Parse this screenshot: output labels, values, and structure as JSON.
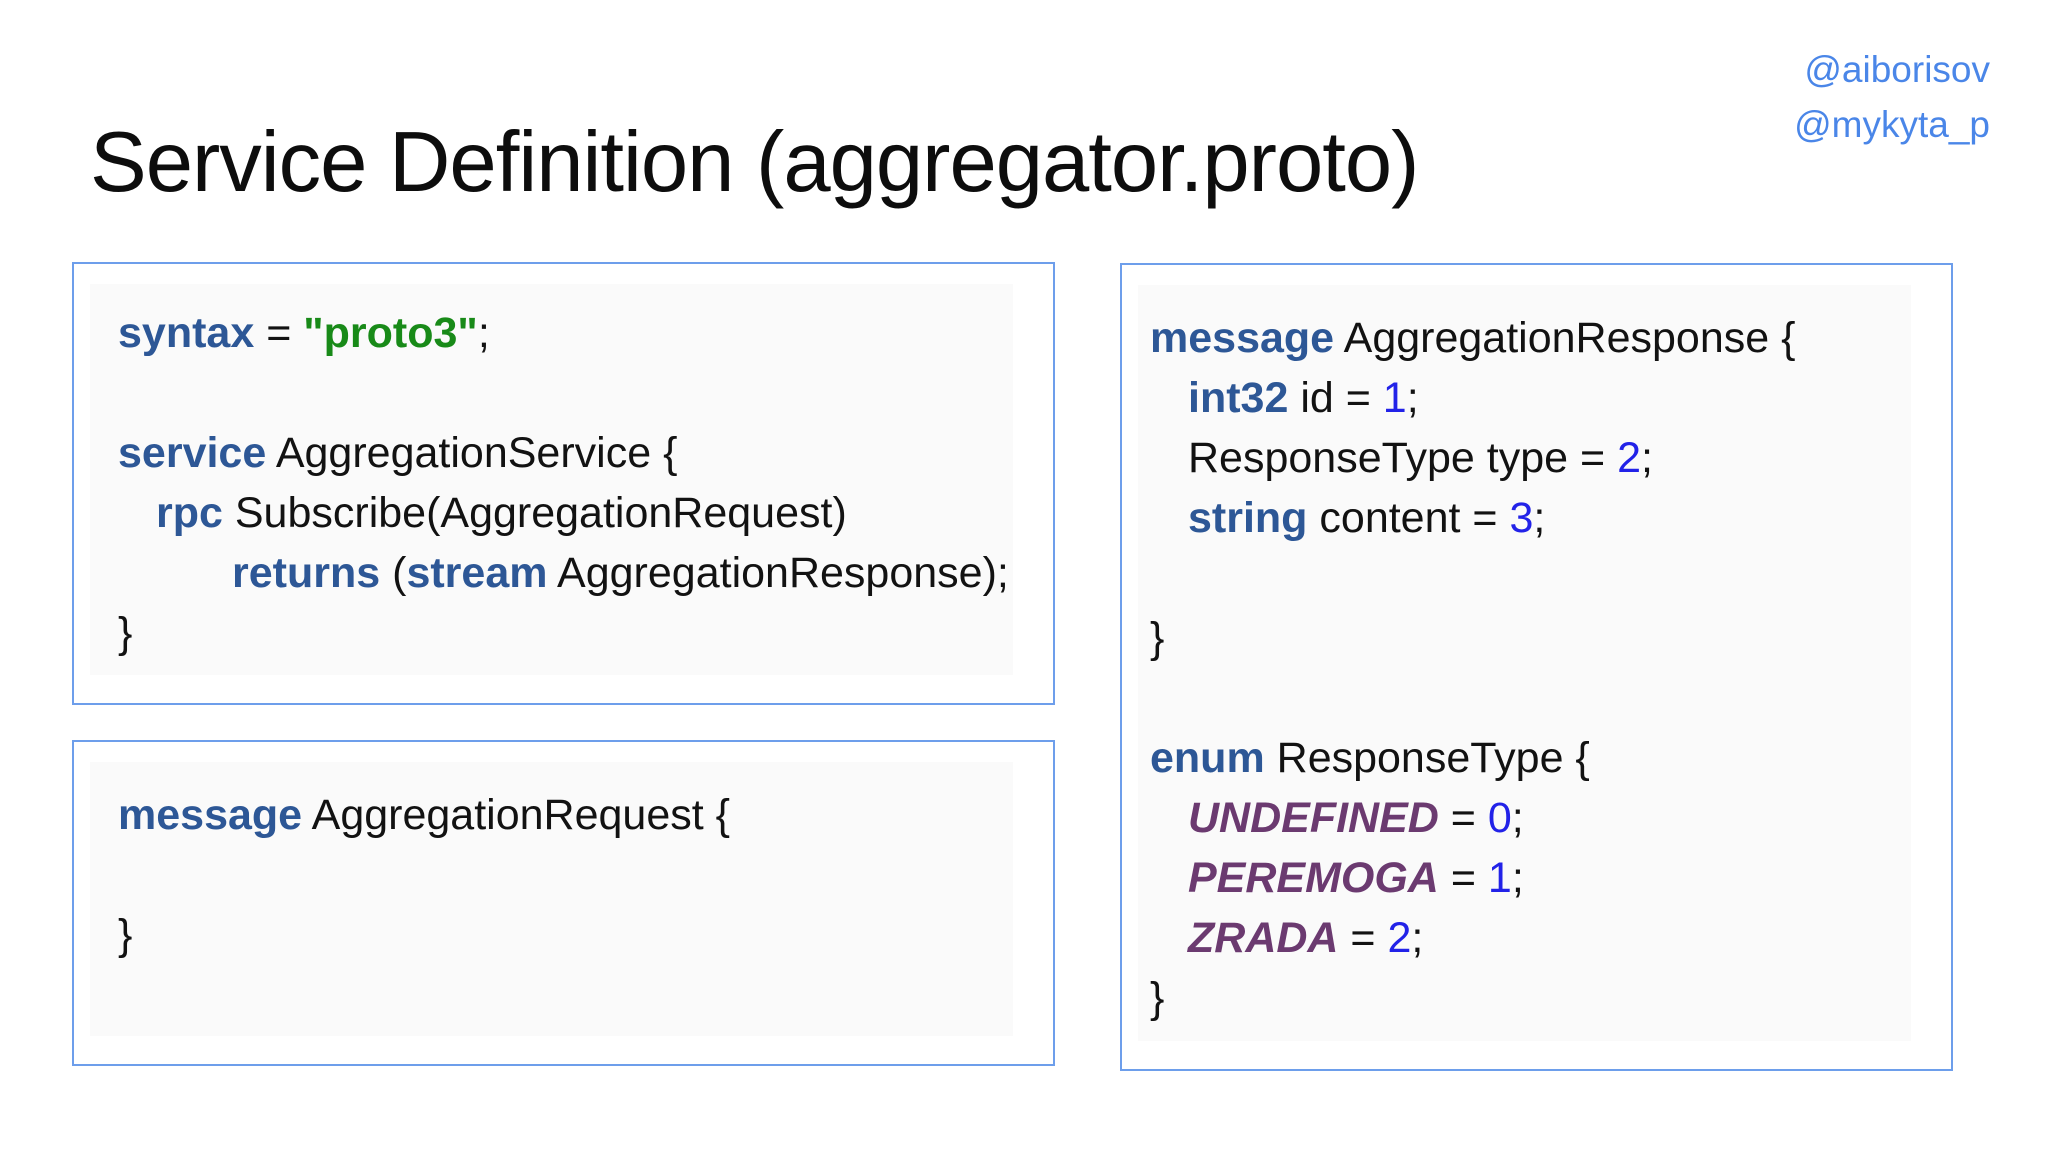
{
  "slide": {
    "title": "Service Definition (aggregator.proto)",
    "handles": [
      "@aiborisov",
      "@mykyta_p"
    ]
  },
  "colors": {
    "keyword": "#2d5796",
    "string": "#188a18",
    "number": "#2222e8",
    "enum_value": "#6b3a70",
    "plain": "#121212",
    "box_border": "#6d9eeb",
    "handle_text": "#4a86e8",
    "title_text": "#0d0d0d"
  },
  "boxes": [
    {
      "id": "service-definition",
      "lines": [
        {
          "indent": 0,
          "tokens": [
            {
              "text": "syntax",
              "style": "keyword"
            },
            {
              "text": " = ",
              "style": "plain"
            },
            {
              "text": "\"proto3\"",
              "style": "string"
            },
            {
              "text": ";",
              "style": "plain"
            }
          ]
        },
        {
          "indent": 0,
          "tokens": []
        },
        {
          "indent": 0,
          "tokens": [
            {
              "text": "service",
              "style": "keyword"
            },
            {
              "text": " AggregationService {",
              "style": "plain"
            }
          ]
        },
        {
          "indent": 1,
          "tokens": [
            {
              "text": "rpc",
              "style": "keyword"
            },
            {
              "text": " Subscribe(AggregationRequest)",
              "style": "plain"
            }
          ]
        },
        {
          "indent": 3,
          "tokens": [
            {
              "text": "returns",
              "style": "keyword"
            },
            {
              "text": " (",
              "style": "plain"
            },
            {
              "text": "stream",
              "style": "keyword"
            },
            {
              "text": " AggregationResponse);",
              "style": "plain"
            }
          ]
        },
        {
          "indent": 0,
          "tokens": [
            {
              "text": "}",
              "style": "plain"
            }
          ]
        }
      ]
    },
    {
      "id": "aggregation-request",
      "lines": [
        {
          "indent": 0,
          "tokens": [
            {
              "text": "message",
              "style": "keyword"
            },
            {
              "text": " AggregationRequest {",
              "style": "plain"
            }
          ]
        },
        {
          "indent": 0,
          "tokens": []
        },
        {
          "indent": 0,
          "tokens": [
            {
              "text": "}",
              "style": "plain"
            }
          ]
        }
      ]
    },
    {
      "id": "aggregation-response",
      "lines": [
        {
          "indent": 0,
          "tokens": [
            {
              "text": "message",
              "style": "keyword"
            },
            {
              "text": " AggregationResponse {",
              "style": "plain"
            }
          ]
        },
        {
          "indent": 1,
          "tokens": [
            {
              "text": "int32",
              "style": "keyword"
            },
            {
              "text": " id = ",
              "style": "plain"
            },
            {
              "text": "1",
              "style": "number"
            },
            {
              "text": ";",
              "style": "plain"
            }
          ]
        },
        {
          "indent": 1,
          "tokens": [
            {
              "text": "ResponseType type = ",
              "style": "plain"
            },
            {
              "text": "2",
              "style": "number"
            },
            {
              "text": ";",
              "style": "plain"
            }
          ]
        },
        {
          "indent": 1,
          "tokens": [
            {
              "text": "string",
              "style": "keyword"
            },
            {
              "text": " content = ",
              "style": "plain"
            },
            {
              "text": "3",
              "style": "number"
            },
            {
              "text": ";",
              "style": "plain"
            }
          ]
        },
        {
          "indent": 0,
          "tokens": []
        },
        {
          "indent": 0,
          "tokens": [
            {
              "text": "}",
              "style": "plain"
            }
          ]
        },
        {
          "indent": 0,
          "tokens": []
        },
        {
          "indent": 0,
          "tokens": [
            {
              "text": "enum",
              "style": "keyword"
            },
            {
              "text": " ResponseType {",
              "style": "plain"
            }
          ]
        },
        {
          "indent": 1,
          "tokens": [
            {
              "text": "UNDEFINED",
              "style": "enum_value"
            },
            {
              "text": " = ",
              "style": "plain"
            },
            {
              "text": "0",
              "style": "number"
            },
            {
              "text": ";",
              "style": "plain"
            }
          ]
        },
        {
          "indent": 1,
          "tokens": [
            {
              "text": "PEREMOGA",
              "style": "enum_value"
            },
            {
              "text": " = ",
              "style": "plain"
            },
            {
              "text": "1",
              "style": "number"
            },
            {
              "text": ";",
              "style": "plain"
            }
          ]
        },
        {
          "indent": 1,
          "tokens": [
            {
              "text": "ZRADA",
              "style": "enum_value"
            },
            {
              "text": " = ",
              "style": "plain"
            },
            {
              "text": "2",
              "style": "number"
            },
            {
              "text": ";",
              "style": "plain"
            }
          ]
        },
        {
          "indent": 0,
          "tokens": [
            {
              "text": "}",
              "style": "plain"
            }
          ]
        }
      ]
    }
  ]
}
